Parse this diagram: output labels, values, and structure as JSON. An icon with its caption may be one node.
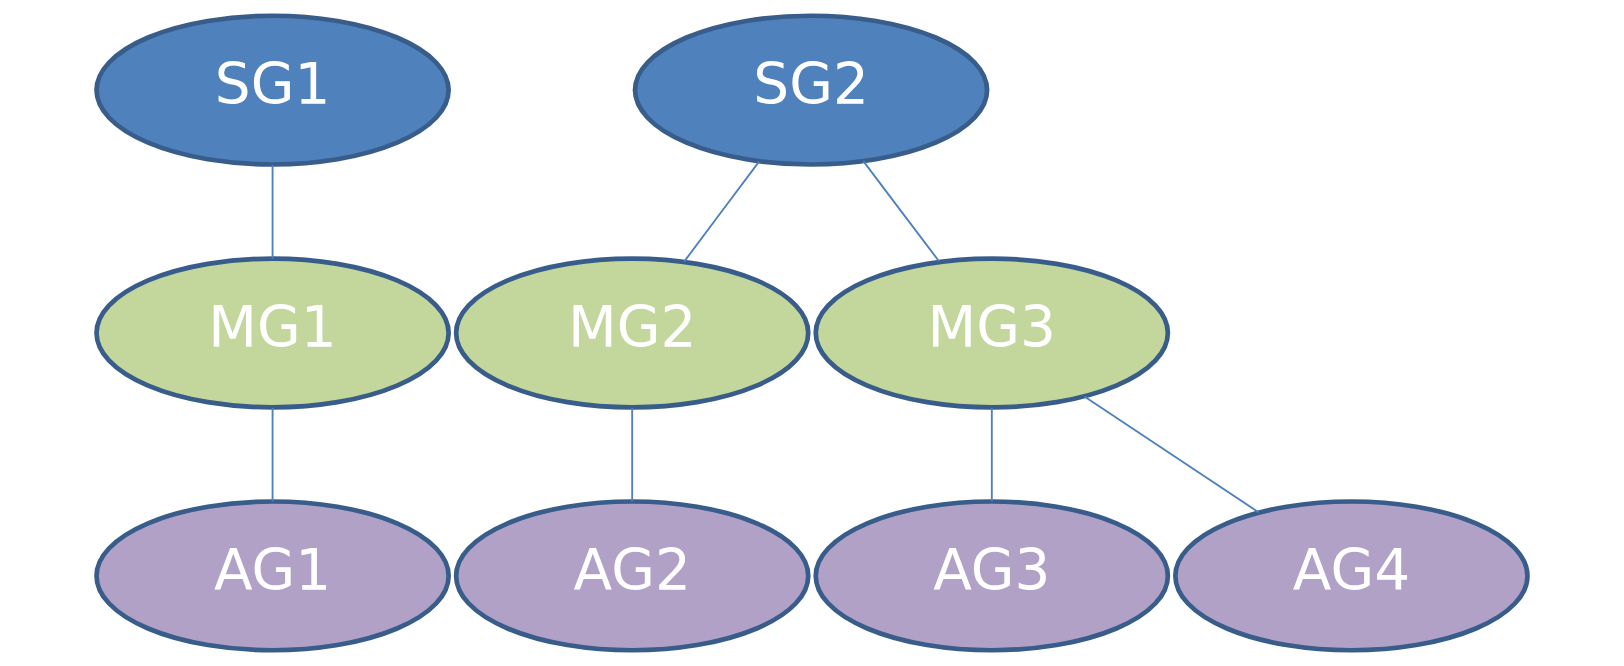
{
  "diagram": {
    "nodes": [
      {
        "text": [
          "SG1"
        ]
      },
      {
        "text": [
          "SG2"
        ]
      },
      {
        "text": [
          "MG1"
        ]
      },
      {
        "text": [
          "MG2"
        ]
      },
      {
        "text": [
          "MG3"
        ]
      },
      {
        "text": [
          "AG1"
        ]
      },
      {
        "text": [
          "AG2"
        ]
      },
      {
        "text": [
          "AG3"
        ]
      },
      {
        "text": [
          "AG4"
        ]
      }
    ],
    "edges": [
      {
        "from": 0,
        "to": 2,
        "arrow": "none"
      },
      {
        "from": 1,
        "to": 3,
        "arrow": "none"
      },
      {
        "from": 1,
        "to": 4,
        "arrow": "none"
      },
      {
        "from": 2,
        "to": 5,
        "arrow": "none"
      },
      {
        "from": 3,
        "to": 6,
        "arrow": "none"
      },
      {
        "from": 4,
        "to": 7,
        "arrow": "none"
      },
      {
        "from": 4,
        "to": 8,
        "arrow": "none"
      }
    ]
  }
}
